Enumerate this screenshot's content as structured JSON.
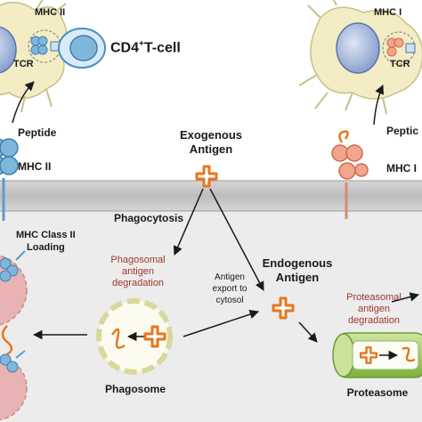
{
  "labels": {
    "mhc_ii_top": "MHC II",
    "tcr_left": "TCR",
    "cd4_t_cell_prefix": "CD4",
    "cd4_t_cell_sup": "+",
    "cd4_t_cell_suffix": "T-cell",
    "mhc_i_top": "MHC I",
    "tcr_right": "TCR",
    "peptide_left": "Peptide",
    "mhc_ii_membrane": "MHC II",
    "exogenous_line1": "Exogenous",
    "exogenous_line2": "Antigen",
    "peptide_right": "Peptic",
    "mhc_i_membrane": "MHC I",
    "phagocytosis": "Phagocytosis",
    "mhc_class_ii_line1": "MHC Class II",
    "mhc_class_ii_line2": "Loading",
    "phago_deg_line1": "Phagosomal",
    "phago_deg_line2": "antigen",
    "phago_deg_line3": "degradation",
    "export_line1": "Antigen",
    "export_line2": "export to",
    "export_line3": "cytosol",
    "endogenous_line1": "Endogenous",
    "endogenous_line2": "Antigen",
    "proteasomal_line1": "Proteasomal",
    "proteasomal_line2": "antigen",
    "proteasomal_line3": "degradation",
    "phagosome": "Phagosome",
    "proteasome": "Proteasome"
  },
  "colors": {
    "antigen_orange": "#e8761e",
    "mhc_ii_blue": "#7fb6dc",
    "mhc_i_salmon": "#f2a58c",
    "membrane_gray": "#c9c9c9",
    "cytosol_gray": "#ececec",
    "degradation_red": "#a0362c",
    "proteasome_green": "#a8cf6a",
    "phagosome_dash": "#d8d89a",
    "vesicle_pink": "#e9b3b3",
    "cell_tan": "#f3ecc4"
  },
  "icons": [
    "antigen-cross-icon",
    "mhc-ii-molecule-icon",
    "mhc-i-molecule-icon",
    "peptide-squiggle-icon",
    "phagosome-icon",
    "proteasome-icon",
    "dendritic-cell-icon",
    "t-cell-icon"
  ]
}
